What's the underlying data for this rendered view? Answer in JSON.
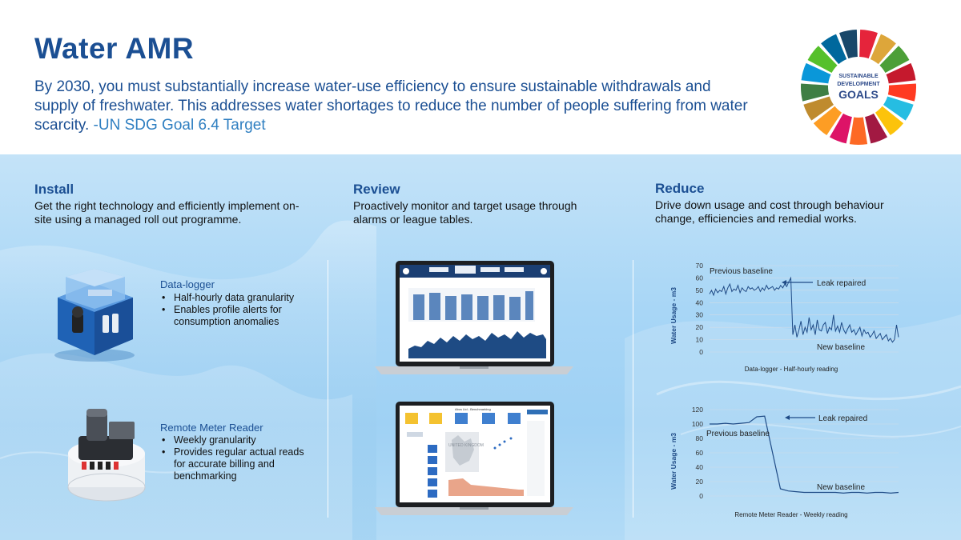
{
  "header": {
    "title": "Water AMR",
    "quote": "By 2030, you must substantially increase water-use efficiency to ensure sustainable withdrawals and supply of freshwater. This addresses water shortages to reduce the number of people suffering from water scarcity.",
    "quote_source": "-UN SDG Goal 6.4 Target",
    "sdg_logo_text": [
      "SUSTAINABLE",
      "DEVELOPMENT",
      "GOALS"
    ]
  },
  "columns": {
    "install": {
      "title": "Install",
      "desc": "Get the right technology and efficiently implement on-site using a managed roll out programme."
    },
    "review": {
      "title": "Review",
      "desc": "Proactively monitor and target usage through alarms or league tables."
    },
    "reduce": {
      "title": "Reduce",
      "desc": "Drive down usage and cost through behaviour change, efficiencies and remedial works."
    }
  },
  "devices": {
    "datalogger": {
      "title": "Data-logger",
      "bullets": [
        "Half-hourly data granularity",
        "Enables profile alerts for consumption anomalies"
      ]
    },
    "remote": {
      "title": "Remote Meter Reader",
      "bullets": [
        "Weekly granularity",
        "Provides regular actual reads for accurate billing and benchmarking"
      ]
    }
  },
  "screens": {
    "benchmark_title": "Abcs Ltd - Benchmarking",
    "map_label": "UNITED KINGDOM"
  },
  "chart_data": [
    {
      "type": "line",
      "title": "Data-logger - Half-hourly reading",
      "ylabel": "Water Usage - m3",
      "xlabel": "",
      "ylim": [
        0,
        70
      ],
      "yticks": [
        0,
        10,
        20,
        30,
        40,
        50,
        60,
        70
      ],
      "grid": true,
      "annotations": [
        "Previous baseline",
        "Leak repaired",
        "New baseline"
      ],
      "series": [
        {
          "values": [
            47,
            50,
            46,
            51,
            48,
            50,
            49,
            53,
            47,
            52,
            55,
            49,
            51,
            50,
            54,
            48,
            52,
            50,
            49,
            53,
            51,
            52,
            50,
            51,
            53,
            49,
            52,
            50,
            54,
            51,
            52,
            53,
            50,
            52,
            51,
            54,
            52,
            55,
            53,
            57,
            60,
            14,
            22,
            12,
            18,
            25,
            14,
            20,
            16,
            28,
            18,
            22,
            14,
            26,
            18,
            17,
            22,
            24,
            15,
            20,
            18,
            30,
            17,
            21,
            16,
            24,
            18,
            15,
            19,
            22,
            16,
            18,
            14,
            17,
            20,
            13,
            18,
            15,
            16,
            12,
            14,
            17,
            11,
            13,
            15,
            10,
            12,
            14,
            9,
            11,
            8,
            10,
            22,
            12
          ]
        }
      ]
    },
    {
      "type": "line",
      "title": "Remote Meter Reader - Weekly reading",
      "ylabel": "Water Usage - m3",
      "xlabel": "",
      "ylim": [
        0,
        120
      ],
      "yticks": [
        0,
        20,
        40,
        60,
        80,
        100,
        120
      ],
      "grid": true,
      "annotations": [
        "Leak repaired",
        "Previous baseline",
        "New baseline"
      ],
      "series": [
        {
          "values": [
            100,
            100,
            101,
            100,
            101,
            102,
            110,
            111,
            60,
            10,
            7,
            6,
            5,
            5,
            5,
            5,
            5,
            4,
            5,
            5,
            4,
            5,
            5,
            4,
            5
          ]
        }
      ]
    }
  ]
}
